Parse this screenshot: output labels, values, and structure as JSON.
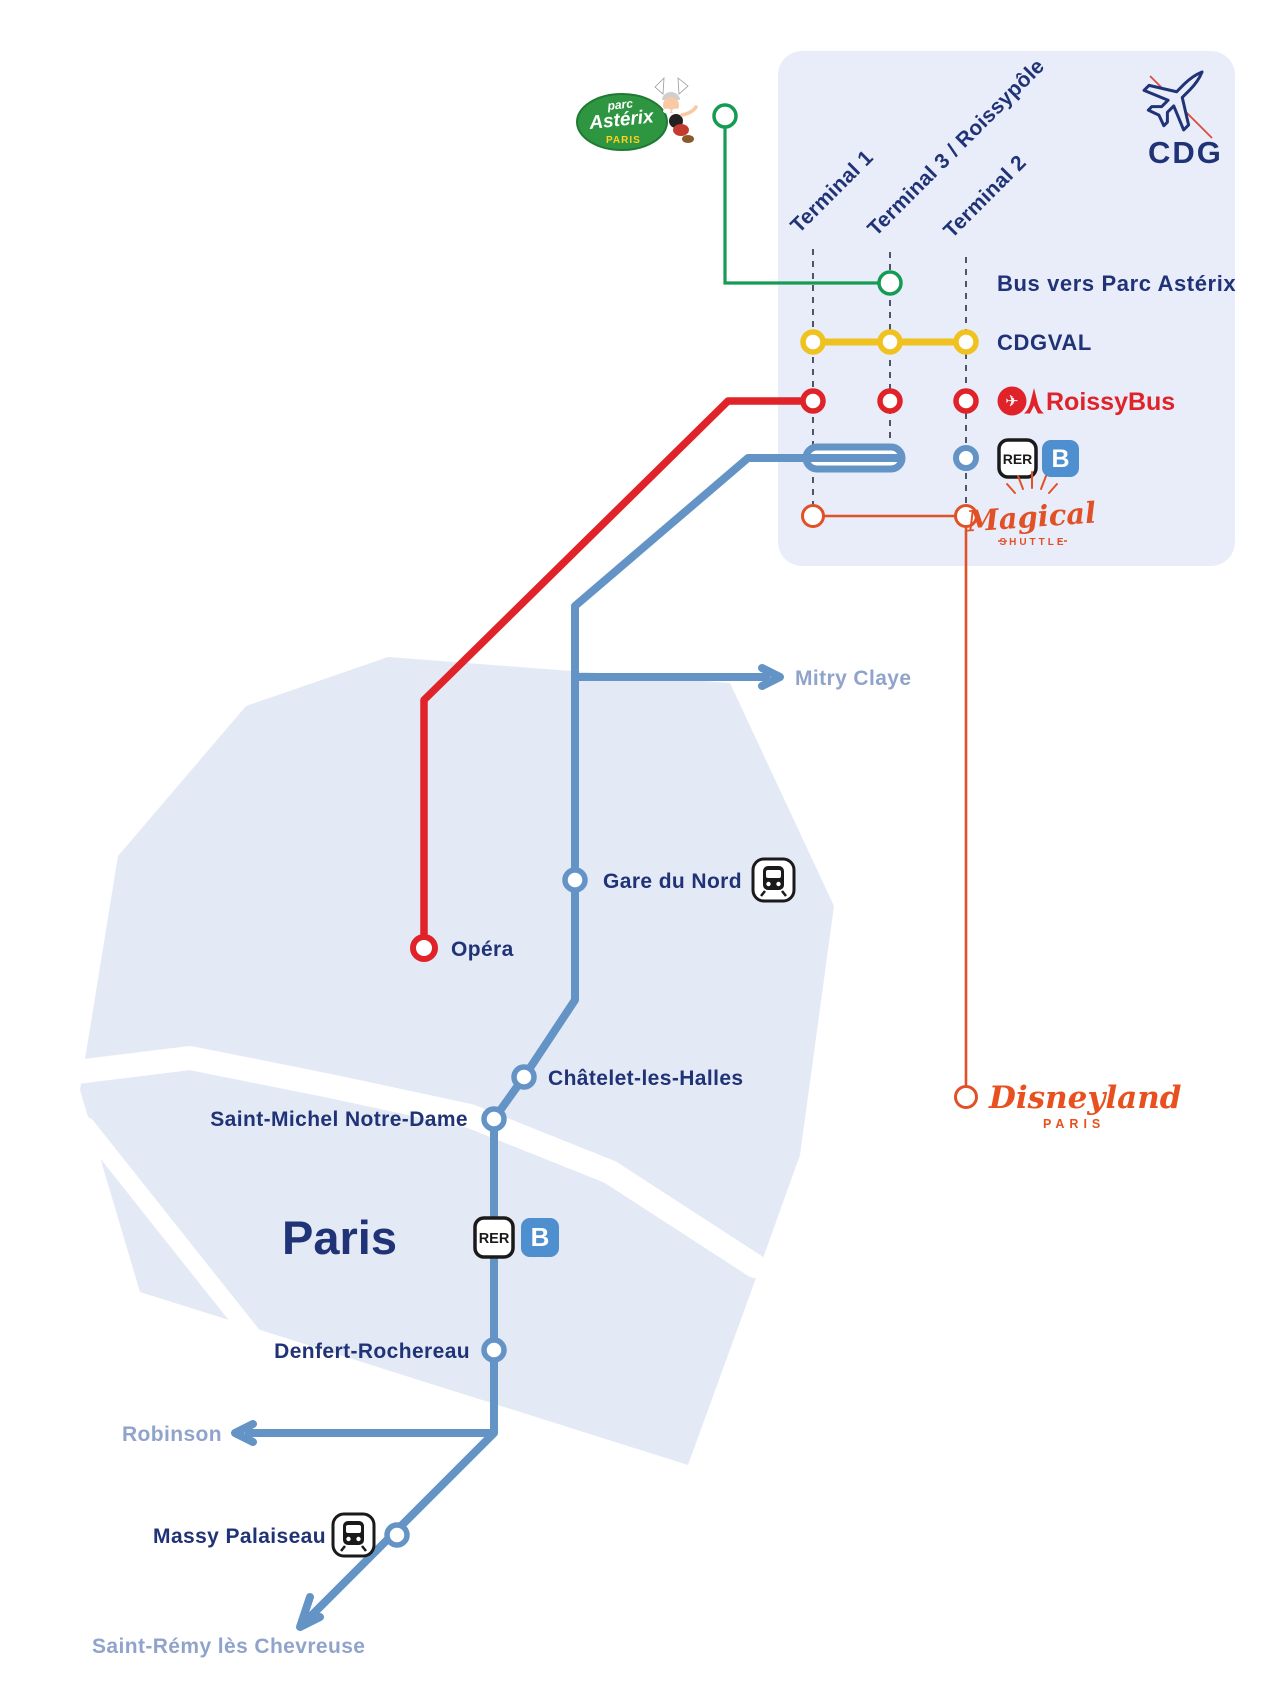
{
  "colors": {
    "navy": "#203376",
    "gray_blue": "#90a4cb",
    "green": "#169b53",
    "yellow": "#f0c21f",
    "red": "#e02229",
    "rer_blue": "#6493c6",
    "orange": "#e05127",
    "disney_orange": "#e8511f",
    "box_bg": "#e9edf9",
    "region_bg": "#e4e9f6",
    "badge_blue": "#4e8fd0"
  },
  "airport": {
    "code": "CDG",
    "terminals": [
      {
        "label": "Terminal 1"
      },
      {
        "label": "Terminal 3 / Roissypôle"
      },
      {
        "label": "Terminal 2"
      }
    ],
    "rows": {
      "bus_asterix": "Bus vers Parc Astérix",
      "cdgval": "CDGVAL",
      "roissybus": "RoissyBus",
      "rer_badge": "RER",
      "rer_line": "B",
      "magical": "Magical",
      "magical_sub": "SHUTTLE"
    }
  },
  "logos": {
    "parc_asterix": {
      "top": "parc",
      "main": "Astérix",
      "sub": "PARIS"
    },
    "disneyland": {
      "main": "Disneyland",
      "sub": "PARIS"
    }
  },
  "map": {
    "region": "Paris",
    "rer_badge": "RER",
    "rer_line": "B",
    "stations": {
      "gare_du_nord": "Gare du Nord",
      "opera": "Opéra",
      "chatelet": "Châtelet-les-Halles",
      "saint_michel": "Saint-Michel Notre-Dame",
      "denfert": "Denfert-Rochereau",
      "massy": "Massy Palaiseau"
    },
    "termini": {
      "mitry": "Mitry Claye",
      "robinson": "Robinson",
      "saint_remy": "Saint-Rémy lès Chevreuse"
    }
  }
}
